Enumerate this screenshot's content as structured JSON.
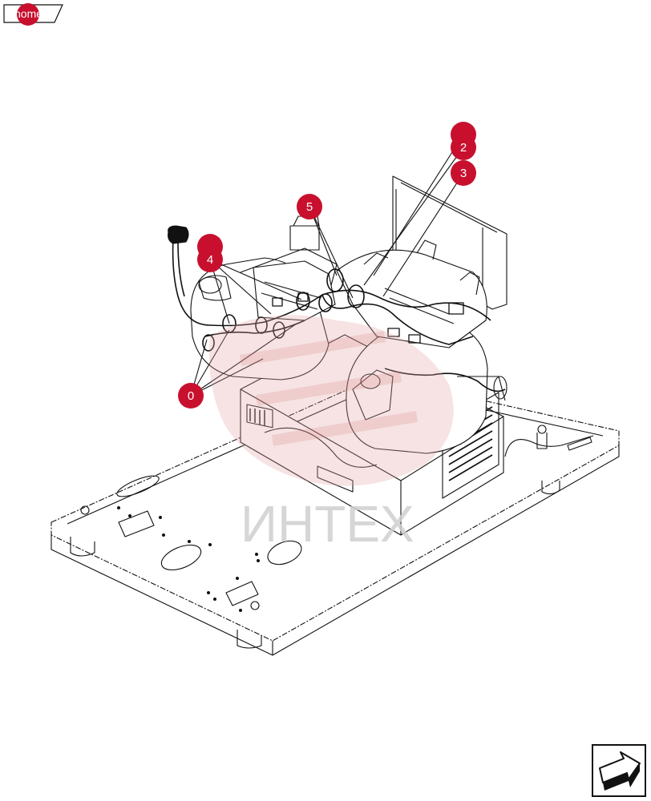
{
  "home": {
    "label": "home"
  },
  "watermark": {
    "text": "ИНТЕХ"
  },
  "colors": {
    "accent": "#c8102e",
    "line": "#111111",
    "watermark": "#e3a4a4"
  },
  "callouts": [
    {
      "id": "0",
      "label": "0"
    },
    {
      "id": "2",
      "label": "2"
    },
    {
      "id": "3",
      "label": "3"
    },
    {
      "id": "4",
      "label": "4"
    },
    {
      "id": "5",
      "label": "5"
    },
    {
      "id": "blank-top-right",
      "label": ""
    },
    {
      "id": "blank-left",
      "label": ""
    }
  ],
  "nav": {
    "icon": "arrow-next-icon"
  }
}
